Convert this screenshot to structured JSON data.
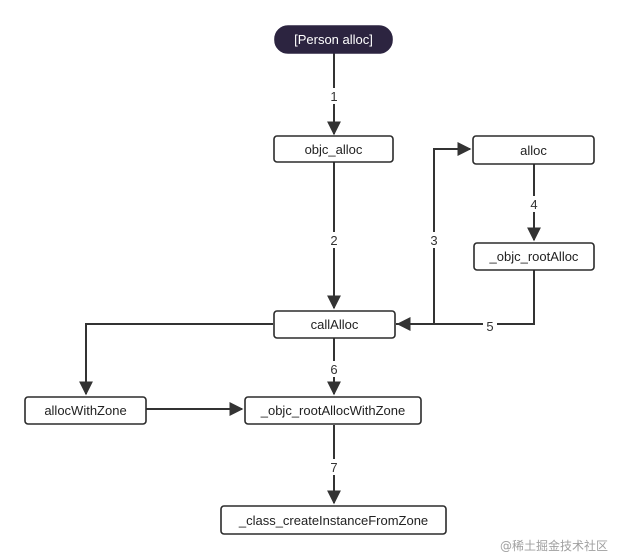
{
  "nodes": {
    "start": "[Person alloc]",
    "objc_alloc": "objc_alloc",
    "alloc": "alloc",
    "objc_rootAlloc": "_objc_rootAlloc",
    "callAlloc": "callAlloc",
    "allocWithZone": "allocWithZone",
    "objc_rootAllocWithZone": "_objc_rootAllocWithZone",
    "class_createInstanceFromZone": "_class_createInstanceFromZone"
  },
  "edges": {
    "e1": "1",
    "e2": "2",
    "e3": "3",
    "e4": "4",
    "e5": "5",
    "e6": "6",
    "e7": "7"
  },
  "watermark": "@稀土掘金技术社区",
  "colors": {
    "start_fill": "#2c2440",
    "stroke": "#2b2b2b",
    "edge": "#333333"
  }
}
